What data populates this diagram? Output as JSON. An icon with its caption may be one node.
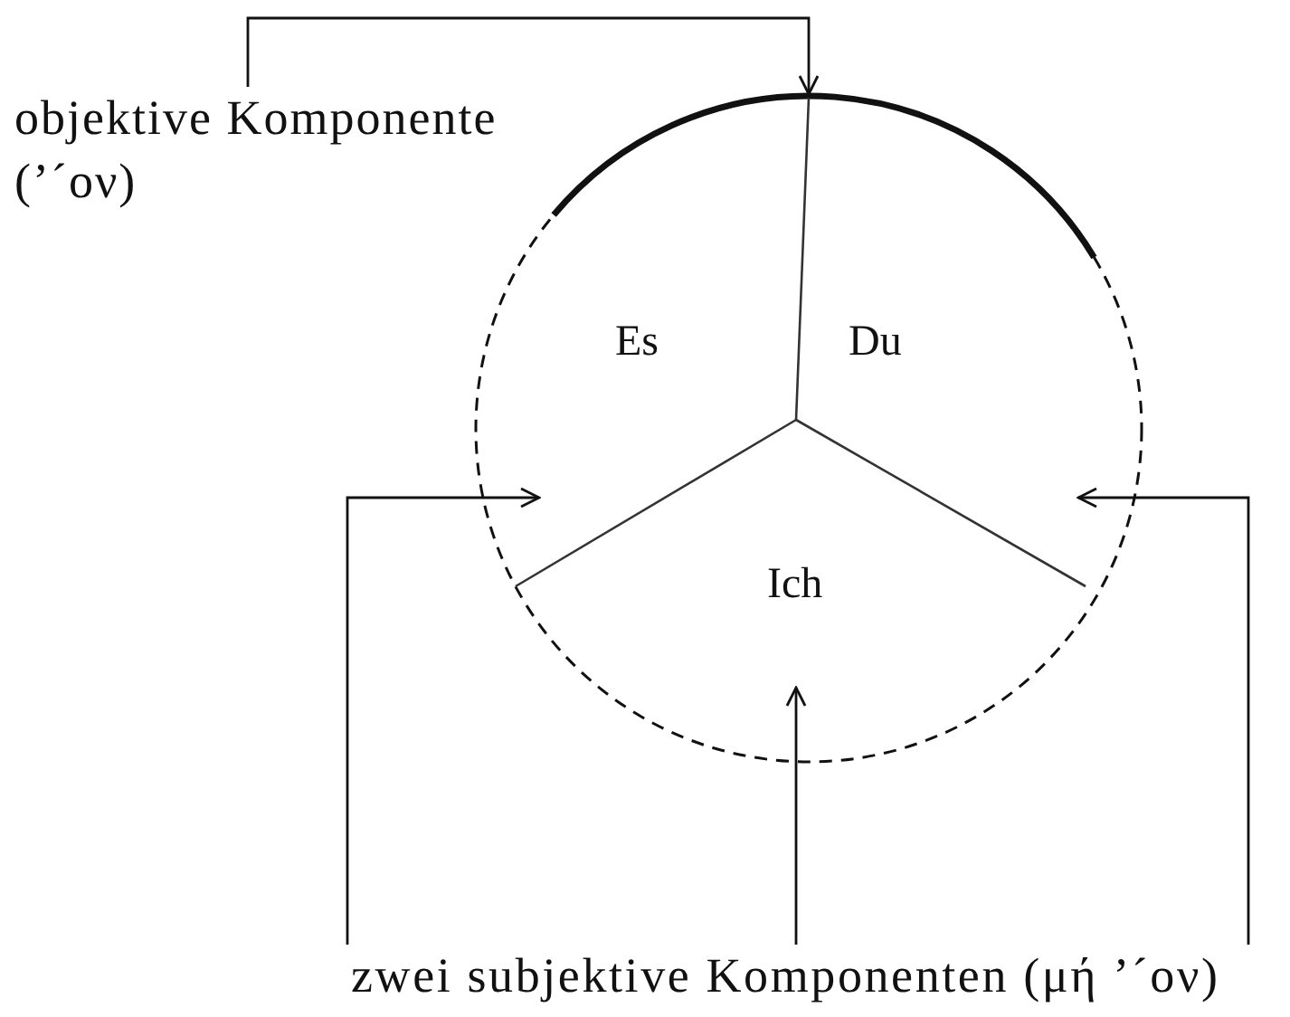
{
  "diagram": {
    "nodes": [
      {
        "text": [
          "objektive Komponente (’´ον)"
        ]
      },
      {
        "text": [
          "zwei subjektive Komponenten (μή ’´ον)"
        ]
      },
      {
        "text": [],
        "shape": "circle"
      },
      {
        "text": [
          "Es"
        ],
        "in": 2
      },
      {
        "text": [
          "Du"
        ],
        "in": 2
      },
      {
        "text": [
          "Ich"
        ],
        "in": 2
      }
    ],
    "edges": [
      {
        "from": 0,
        "to": 2,
        "arrow": "to"
      },
      {
        "from": 1,
        "to": 2,
        "arrow": "to"
      },
      {
        "from": 1,
        "to": 2,
        "arrow": "to"
      },
      {
        "from": 1,
        "to": 2,
        "arrow": "to"
      }
    ]
  }
}
